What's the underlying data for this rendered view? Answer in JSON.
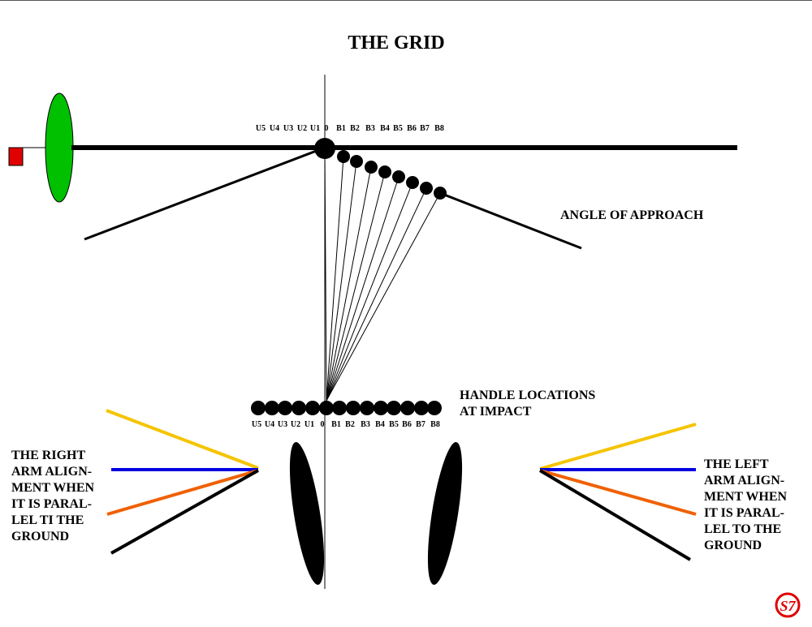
{
  "title": "THE GRID",
  "angle_label": "ANGLE OF APPROACH",
  "handle_label": [
    "HANDLE LOCATIONS",
    "AT IMPACT"
  ],
  "right_arm_label": [
    "THE RIGHT",
    "ARM ALIGN-",
    "MENT  WHEN",
    "IT IS PARAL-",
    "LEL TI THE",
    "GROUND"
  ],
  "left_arm_label": [
    "THE LEFT",
    "ARM ALIGN-",
    "MENT WHEN",
    "IT IS PARAL-",
    "LEL TO THE",
    "GROUND"
  ],
  "top_ticks": [
    "U5",
    "U4",
    "U3",
    "U2",
    "U1",
    "0",
    "B1",
    "B2",
    "B3",
    "B4",
    "B5",
    "B6",
    "B7",
    "B8"
  ],
  "bottom_ticks": [
    "U5",
    "U4",
    "U3",
    "U2",
    "U1",
    "0",
    "B1",
    "B2",
    "B3",
    "B4",
    "B5",
    "B6",
    "B7",
    "B8"
  ],
  "logo_text": "S7",
  "colors": {
    "ball": "#00c000",
    "tee": "#e00000",
    "line_yellow": "#f5c400",
    "line_blue": "#0000e0",
    "line_orange": "#f06000",
    "line_black": "#000000",
    "logo": "#e00000"
  }
}
